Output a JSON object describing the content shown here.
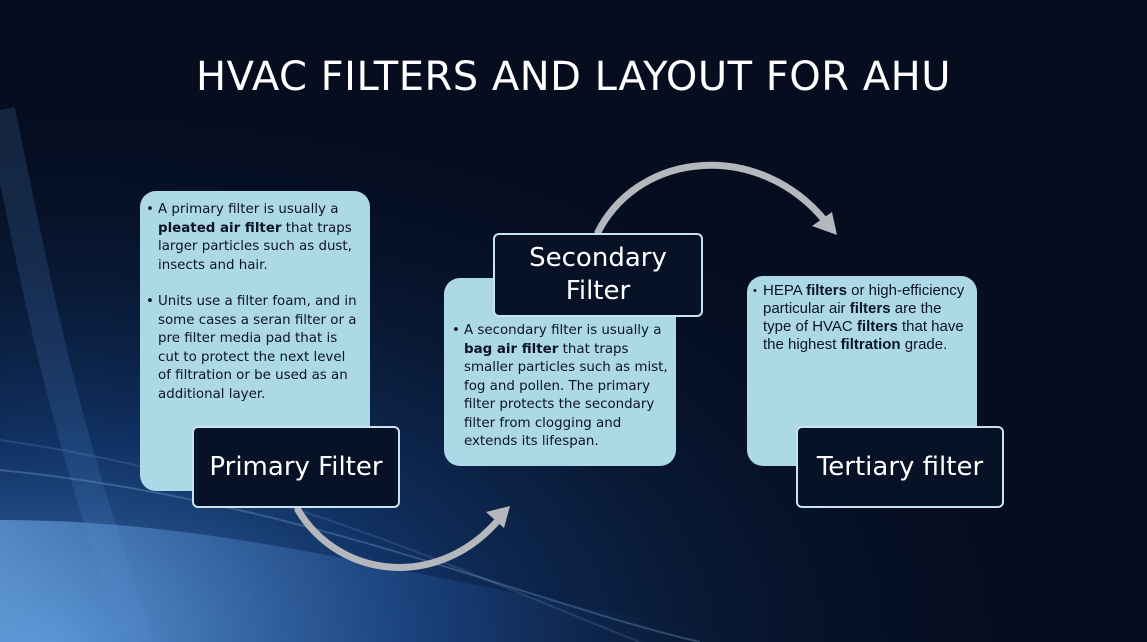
{
  "slide": {
    "title": "HVAC FILTERS AND LAYOUT FOR AHU"
  },
  "primary": {
    "label": "Primary Filter",
    "bullet1": {
      "pre": "A primary filter is usually a ",
      "bold": "pleated air filter",
      "post": " that traps larger particles such as dust, insects and hair."
    },
    "bullet2": "Units use a filter foam, and in some cases a seran filter or a pre filter media pad that is cut to protect the next level of filtration or be used as an additional layer."
  },
  "secondary": {
    "label": "Secondary Filter",
    "bullet1": {
      "pre": "A secondary filter is usually a ",
      "bold": "bag air filter",
      "post": " that traps smaller particles such as mist, fog and pollen. The primary filter protects the secondary filter from clogging and extends its lifespan."
    }
  },
  "tertiary": {
    "label": "Tertiary filter",
    "bullet1": {
      "t1": "HEPA ",
      "b1": "filters",
      "t2": " or high-efficiency particular air ",
      "b2": "filters",
      "t3": " are the type of HVAC ",
      "b3": "filters",
      "t4": " that have the highest ",
      "b4": "filtration",
      "t5": " grade."
    }
  },
  "colors": {
    "background": "#050d1f",
    "card": "#add8e6",
    "label_fill": "#071226",
    "label_border": "#c8e4f0",
    "arrow": "#b4b7bc"
  },
  "icons": {
    "bullet": "•",
    "connector": "curved-arrow-icon"
  }
}
